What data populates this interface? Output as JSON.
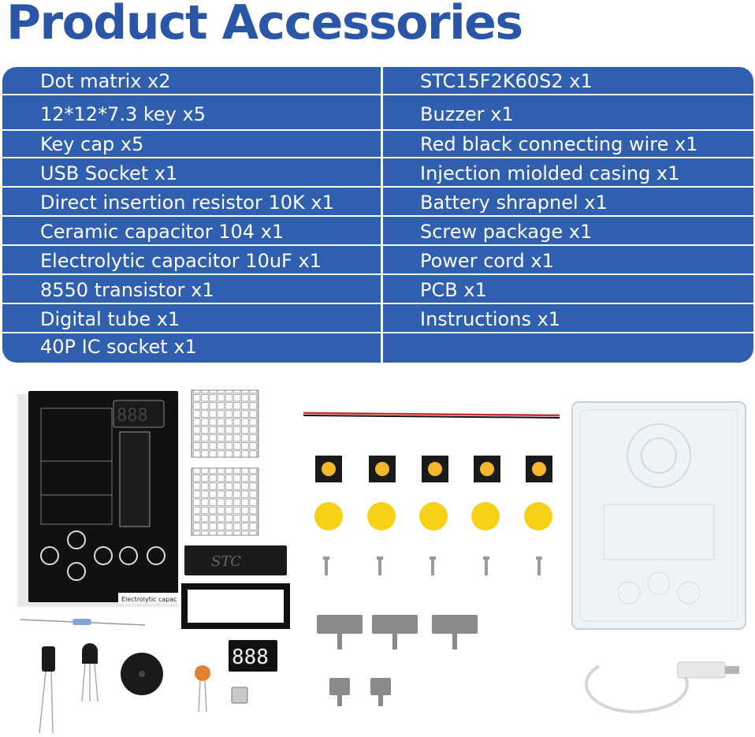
{
  "title": "Product Accessories",
  "accessories": {
    "left": [
      "Dot matrix x2",
      "12*12*7.3 key x5",
      "Key cap x5",
      "USB Socket x1",
      "Direct insertion resistor 10K x1",
      "Ceramic capacitor 104 x1",
      "Electrolytic capacitor 10uF x1",
      "8550 transistor x1",
      "Digital tube x1",
      "40P IC socket x1"
    ],
    "right": [
      "STC15F2K60S2 x1",
      "Buzzer x1",
      "Red black connecting wire x1",
      "Injection miolded casing x1",
      "Battery shrapnel x1",
      "Screw package x1",
      "Power cord x1",
      "PCB x1",
      "Instructions x1"
    ]
  },
  "photo_text": {
    "pcb_label": "Electrolytic capac",
    "chip_label": "STC",
    "digit_display": "888"
  },
  "colors": {
    "title": "#2b55a6",
    "table_bg": "#2f5fae",
    "table_text": "#ffffff",
    "keycap": "#f7d117"
  }
}
